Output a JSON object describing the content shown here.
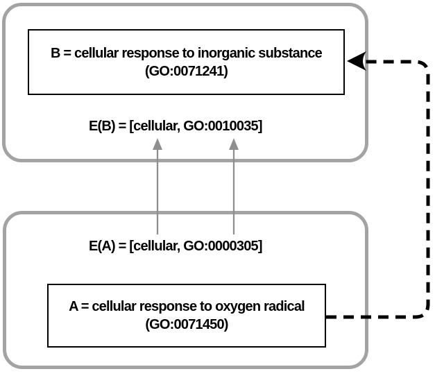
{
  "diagram": {
    "top_group": {
      "node_label_line1": "B = cellular response to inorganic substance",
      "node_label_line2": "(GO:0071241)",
      "evidence_label": "E(B) = [cellular, GO:0010035]"
    },
    "bottom_group": {
      "node_label_line1": "A = cellular response to oxygen radical",
      "node_label_line2": "(GO:0071450)",
      "evidence_label": "E(A) = [cellular, GO:0000305]"
    },
    "connectors": {
      "evidence_arrows_description": "two gray upward arrows from E(A) list elements to E(B) list",
      "dashed_link_description": "black dashed connector from node A right edge looping to arrowhead entering node B right edge"
    },
    "colors": {
      "background": "#ffffff",
      "group_border": "#a3a3a3",
      "node_border": "#000000",
      "text": "#000000",
      "gray_arrow": "#8f8f8f",
      "dashed_link": "#000000"
    }
  }
}
